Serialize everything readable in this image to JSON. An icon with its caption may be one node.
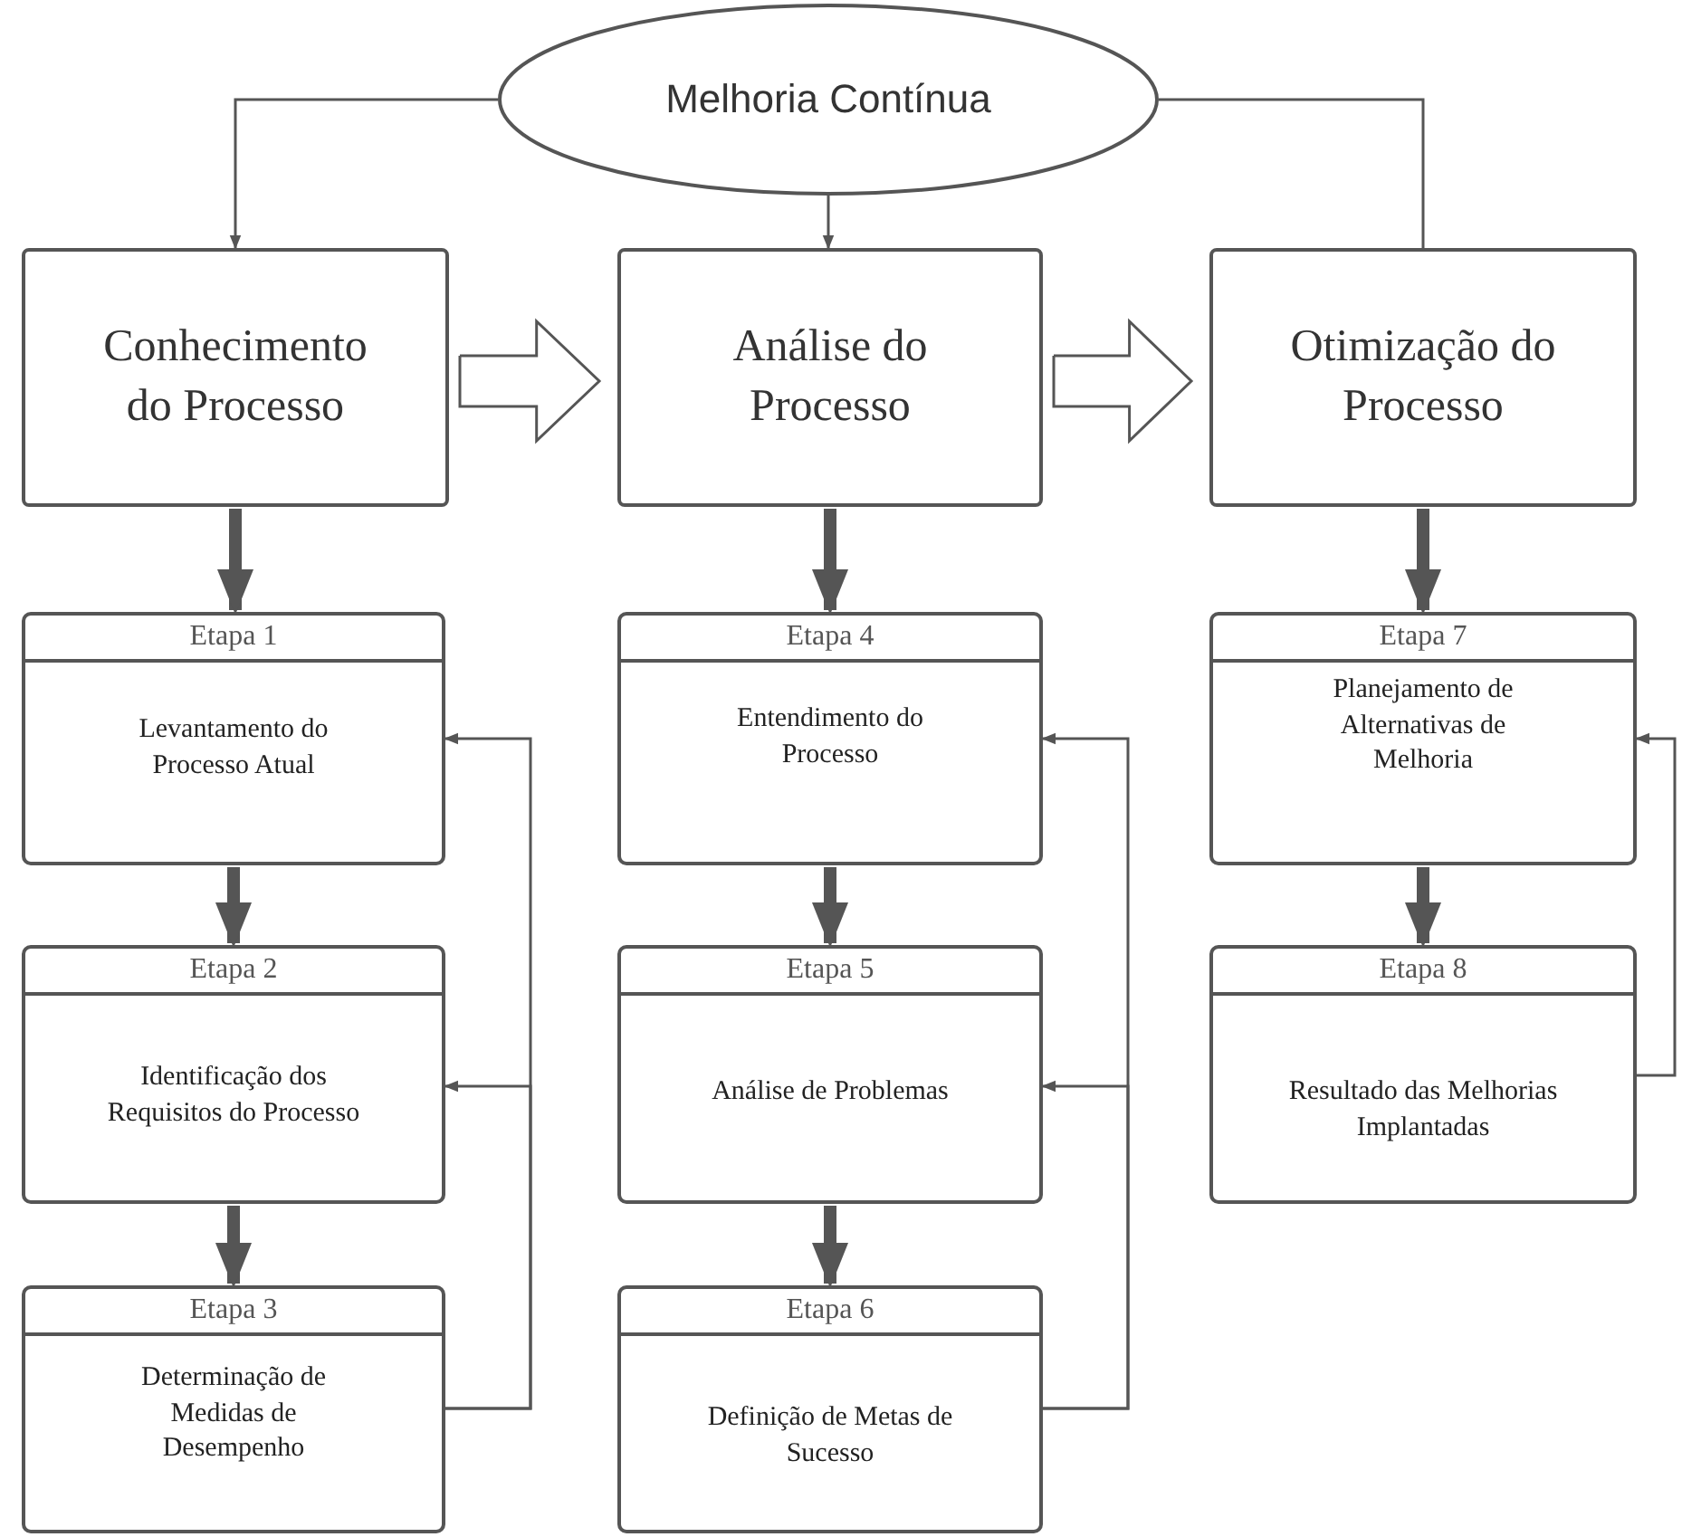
{
  "diagram": {
    "nodes": [
      {
        "text": [
          "Melhoria Contínua"
        ]
      },
      {
        "text": [
          "Conhecimento do Processo"
        ]
      },
      {
        "text": [
          "Análise do Processo"
        ]
      },
      {
        "text": [
          "Otimização do Processo"
        ]
      },
      {
        "text": [
          "Etapa 1",
          "Levantamento do Processo Atual"
        ]
      },
      {
        "text": [
          "Etapa 2",
          "Identificação dos Requisitos do Processo"
        ]
      },
      {
        "text": [
          "Etapa 3",
          "Determinação de Medidas de Desempenho"
        ]
      },
      {
        "text": [
          "Etapa 4",
          "Entendimento do Processo"
        ]
      },
      {
        "text": [
          "Etapa 5",
          "Análise de Problemas"
        ]
      },
      {
        "text": [
          "Etapa 6",
          "Definição de Metas de Sucesso"
        ]
      },
      {
        "text": [
          "Etapa 7",
          "Planejamento de Alternativas de Melhoria"
        ]
      },
      {
        "text": [
          "Etapa 8",
          "Resultado das Melhorias Implantadas"
        ]
      }
    ],
    "edges": [
      {
        "from": 0,
        "to": 1,
        "arrow": "to"
      },
      {
        "from": 0,
        "to": 2,
        "arrow": "to"
      },
      {
        "from": 0,
        "to": 3,
        "arrow": "none"
      },
      {
        "from": 1,
        "to": 2,
        "arrow": "to"
      },
      {
        "from": 2,
        "to": 3,
        "arrow": "to"
      },
      {
        "from": 1,
        "to": 4,
        "arrow": "to",
        "style": "thick"
      },
      {
        "from": 4,
        "to": 5,
        "arrow": "to",
        "style": "thick"
      },
      {
        "from": 5,
        "to": 6,
        "arrow": "to",
        "style": "thick"
      },
      {
        "from": 2,
        "to": 7,
        "arrow": "to",
        "style": "thick"
      },
      {
        "from": 7,
        "to": 8,
        "arrow": "to",
        "style": "thick"
      },
      {
        "from": 8,
        "to": 9,
        "arrow": "to",
        "style": "thick"
      },
      {
        "from": 3,
        "to": 10,
        "arrow": "to",
        "style": "thick"
      },
      {
        "from": 10,
        "to": 11,
        "arrow": "to",
        "style": "thick"
      },
      {
        "from": 6,
        "to": 4,
        "arrow": "to"
      },
      {
        "from": 6,
        "to": 5,
        "arrow": "to"
      },
      {
        "from": 9,
        "to": 7,
        "arrow": "to"
      },
      {
        "from": 9,
        "to": 8,
        "arrow": "to"
      },
      {
        "from": 11,
        "to": 10,
        "arrow": "to"
      }
    ]
  }
}
